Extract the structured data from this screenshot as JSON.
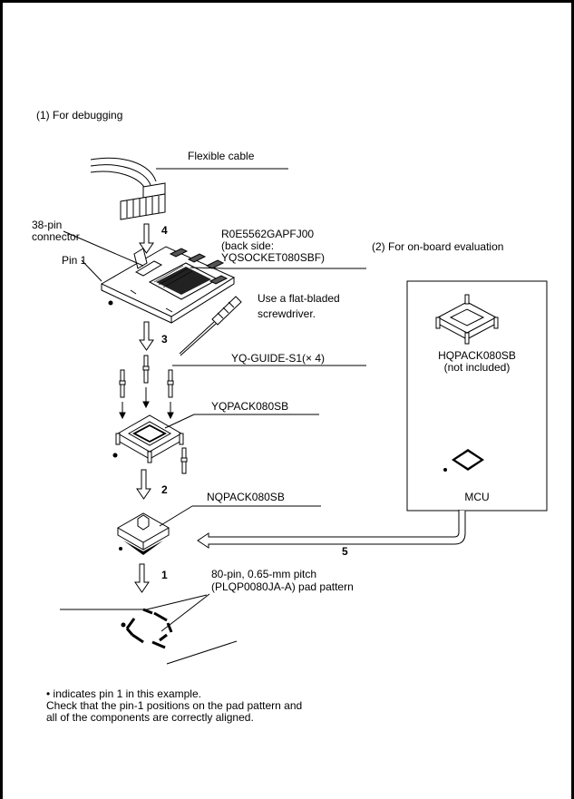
{
  "section1_title": "(1) For debugging",
  "section2_title": "(2) For on-board evaluation",
  "labels": {
    "flexible_cable": "Flexible cable",
    "connector_line1": "38-pin",
    "connector_line2": "connector",
    "pin1": "Pin 1",
    "adapter_line1": "R0E5562GAPFJ00",
    "adapter_line2": "(back side:",
    "adapter_line3": "YQSOCKET080SBF)",
    "screwdriver_line1": "Use a flat-bladed",
    "screwdriver_line2": "screwdriver.",
    "guide": "YQ-GUIDE-S1(× 4)",
    "yqpack": "YQPACK080SB",
    "nqpack": "NQPACK080SB",
    "pad_line1": "80-pin, 0.65-mm pitch",
    "pad_line2": "(PLQP0080JA-A) pad pattern",
    "hqpack_line1": "HQPACK080SB",
    "hqpack_line2": "(not included)",
    "mcu": "MCU"
  },
  "steps": {
    "s4": "4",
    "s3": "3",
    "s2": "2",
    "s1": "1",
    "s5": "5"
  },
  "notes": {
    "line1": "• indicates pin 1 in this example.",
    "line2": "Check that the pin-1 positions on the pad pattern and",
    "line3": "all of the components are correctly aligned."
  }
}
